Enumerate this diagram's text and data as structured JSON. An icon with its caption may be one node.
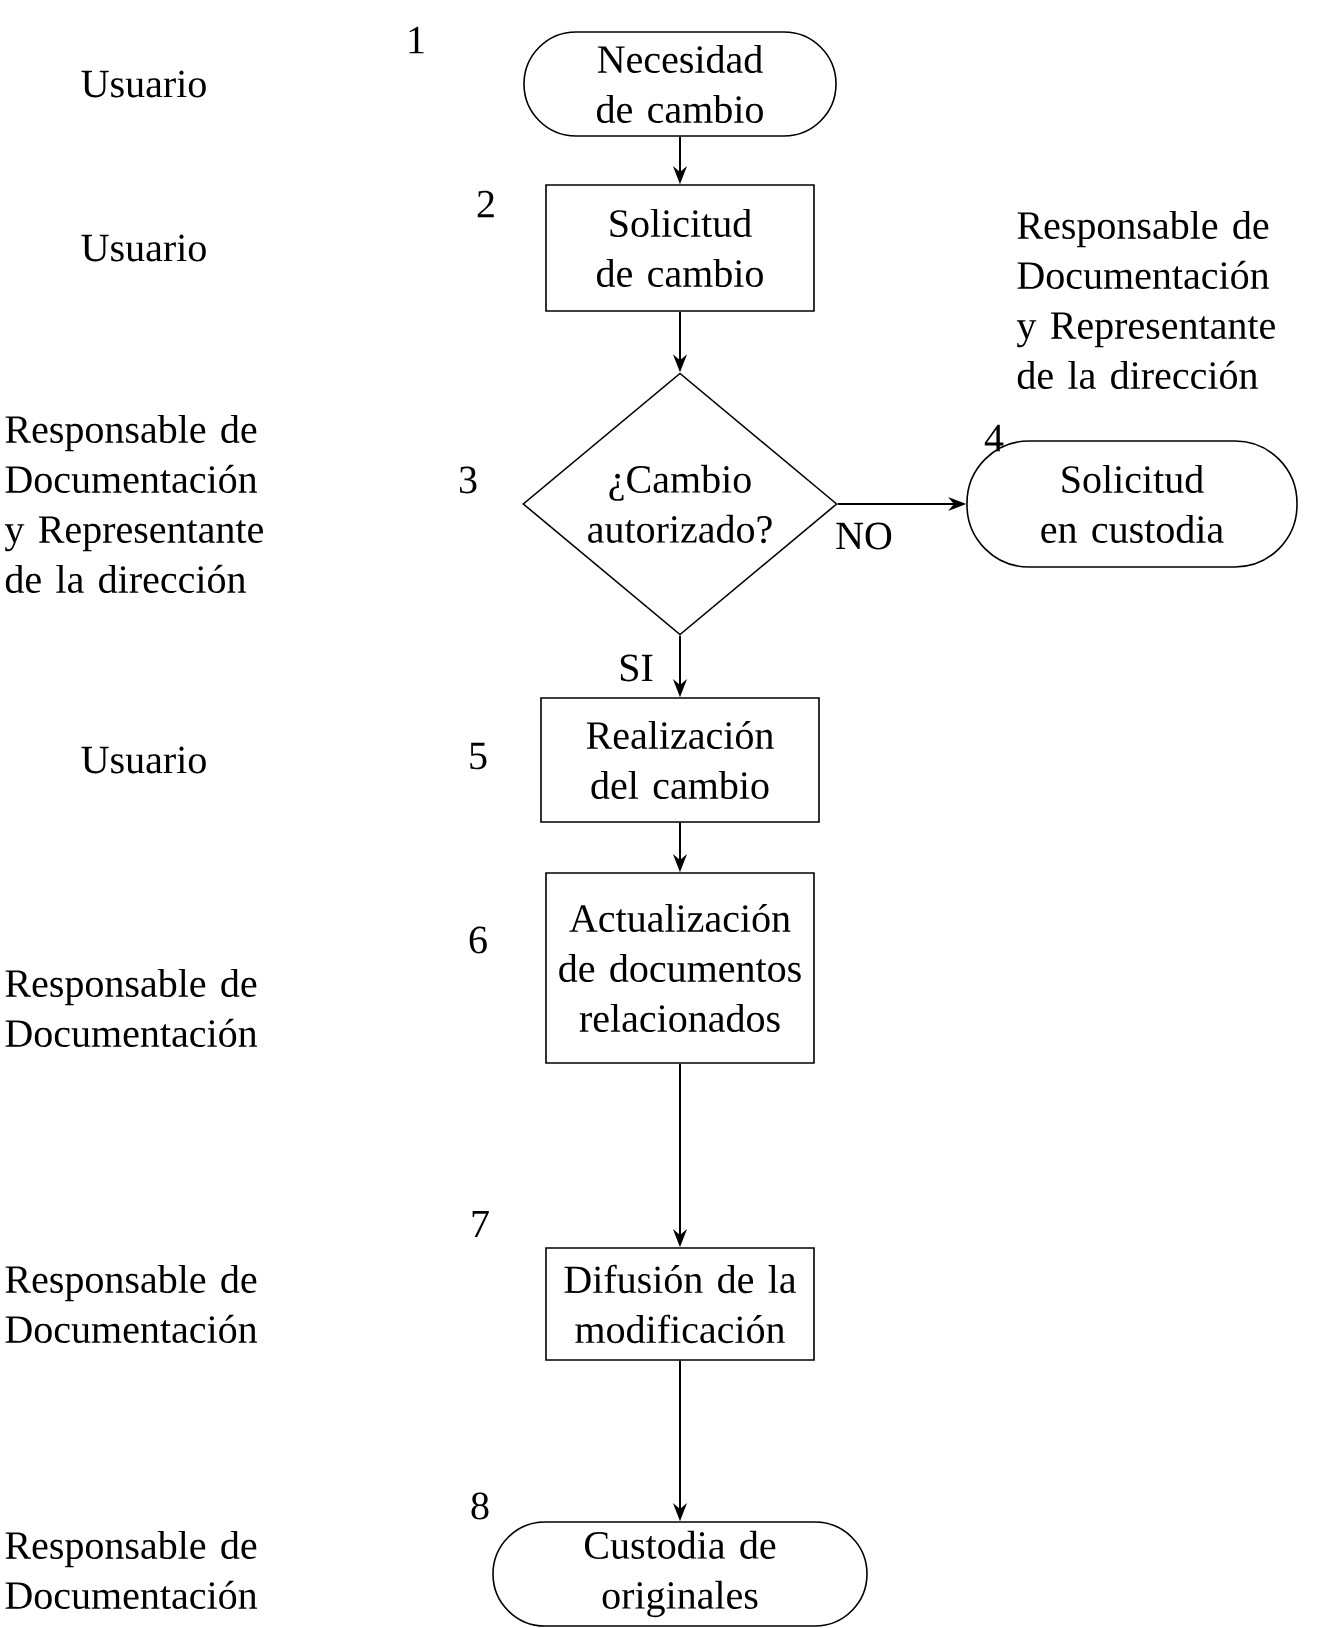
{
  "diagram": {
    "nodes": [
      {
        "text": [
          "Necesidad de cambio"
        ],
        "beside": [
          "1"
        ]
      },
      {
        "text": [
          "Solicitud de cambio"
        ],
        "beside": [
          "2"
        ]
      },
      {
        "text": [
          "¿Cambio autorizado?"
        ],
        "beside": [
          "3"
        ]
      },
      {
        "text": [
          "Solicitud en custodia"
        ],
        "beside": [
          "4"
        ]
      },
      {
        "text": [
          "Realización del cambio"
        ],
        "beside": [
          "5"
        ]
      },
      {
        "text": [
          "Actualización de documentos relacionados"
        ],
        "beside": [
          "6"
        ]
      },
      {
        "text": [
          "Difusión de la modificación"
        ],
        "beside": [
          "7"
        ]
      },
      {
        "text": [
          "Custodia de originales"
        ],
        "beside": [
          "8"
        ]
      }
    ],
    "labels": [
      "Usuario",
      "Usuario",
      "Responsable de Documentación y Representante de la dirección",
      "Responsable de Documentación y Representante de la dirección",
      "Usuario",
      "Responsable de Documentación",
      "Responsable de Documentación",
      "Responsable de Documentación"
    ],
    "edges": [
      {
        "from": 0,
        "to": 1,
        "arrow": "to"
      },
      {
        "from": 1,
        "to": 2,
        "arrow": "to"
      },
      {
        "from": 2,
        "to": 3,
        "arrow": "to",
        "label": "NO"
      },
      {
        "from": 2,
        "to": 4,
        "arrow": "to",
        "label": "SI"
      },
      {
        "from": 4,
        "to": 5,
        "arrow": "to"
      },
      {
        "from": 5,
        "to": 6,
        "arrow": "to"
      },
      {
        "from": 6,
        "to": 7,
        "arrow": "to"
      }
    ]
  }
}
